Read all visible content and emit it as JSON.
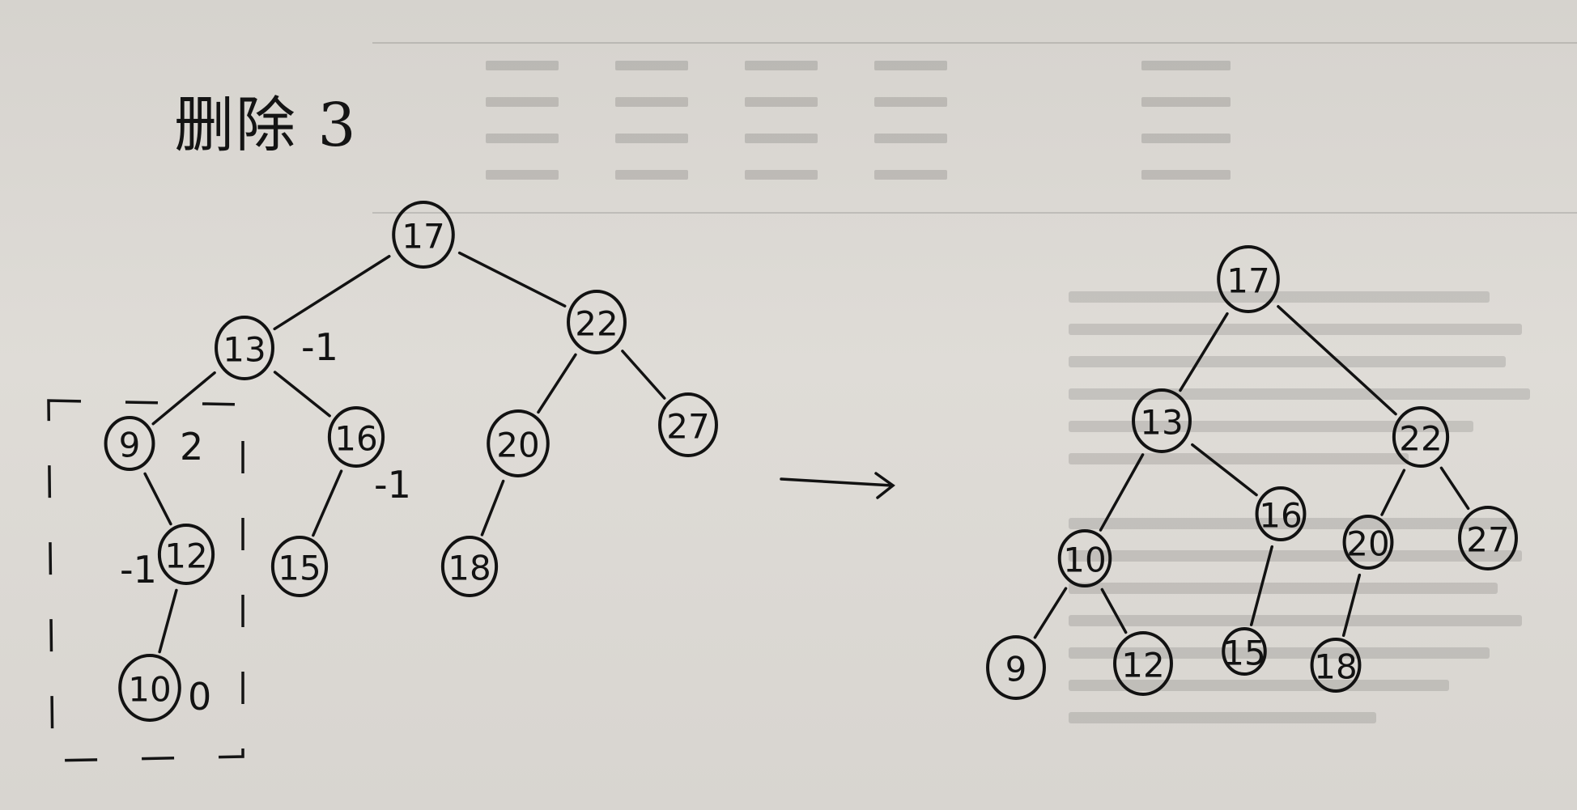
{
  "title": "删除 3",
  "before": {
    "nodes": [
      {
        "id": "n17",
        "label": "17"
      },
      {
        "id": "n13",
        "label": "13"
      },
      {
        "id": "n22",
        "label": "22"
      },
      {
        "id": "n9",
        "label": "9"
      },
      {
        "id": "n16",
        "label": "16"
      },
      {
        "id": "n20",
        "label": "20"
      },
      {
        "id": "n27",
        "label": "27"
      },
      {
        "id": "n12",
        "label": "12"
      },
      {
        "id": "n15",
        "label": "15"
      },
      {
        "id": "n18",
        "label": "18"
      },
      {
        "id": "n10",
        "label": "10"
      }
    ],
    "edges": [
      [
        "n17",
        "n13"
      ],
      [
        "n17",
        "n22"
      ],
      [
        "n13",
        "n9"
      ],
      [
        "n13",
        "n16"
      ],
      [
        "n22",
        "n20"
      ],
      [
        "n22",
        "n27"
      ],
      [
        "n9",
        "n12"
      ],
      [
        "n16",
        "n15"
      ],
      [
        "n20",
        "n18"
      ],
      [
        "n12",
        "n10"
      ]
    ],
    "balance_factors": [
      {
        "node": "n13",
        "value": "-1"
      },
      {
        "node": "n9",
        "value": "2"
      },
      {
        "node": "n16",
        "value": "-1"
      },
      {
        "node": "n12",
        "value": "-1"
      },
      {
        "node": "n10",
        "value": "0"
      }
    ]
  },
  "after": {
    "nodes": [
      {
        "id": "m17",
        "label": "17"
      },
      {
        "id": "m13",
        "label": "13"
      },
      {
        "id": "m22",
        "label": "22"
      },
      {
        "id": "m10",
        "label": "10"
      },
      {
        "id": "m16",
        "label": "16"
      },
      {
        "id": "m20",
        "label": "20"
      },
      {
        "id": "m27",
        "label": "27"
      },
      {
        "id": "m9",
        "label": "9"
      },
      {
        "id": "m12",
        "label": "12"
      },
      {
        "id": "m15",
        "label": "15"
      },
      {
        "id": "m18",
        "label": "18"
      }
    ],
    "edges": [
      [
        "m17",
        "m13"
      ],
      [
        "m17",
        "m22"
      ],
      [
        "m13",
        "m10"
      ],
      [
        "m13",
        "m16"
      ],
      [
        "m22",
        "m20"
      ],
      [
        "m22",
        "m27"
      ],
      [
        "m10",
        "m9"
      ],
      [
        "m10",
        "m12"
      ],
      [
        "m16",
        "m15"
      ],
      [
        "m20",
        "m18"
      ]
    ]
  },
  "colors": {
    "ink": "#121212",
    "paper": "#dcd9d3"
  }
}
